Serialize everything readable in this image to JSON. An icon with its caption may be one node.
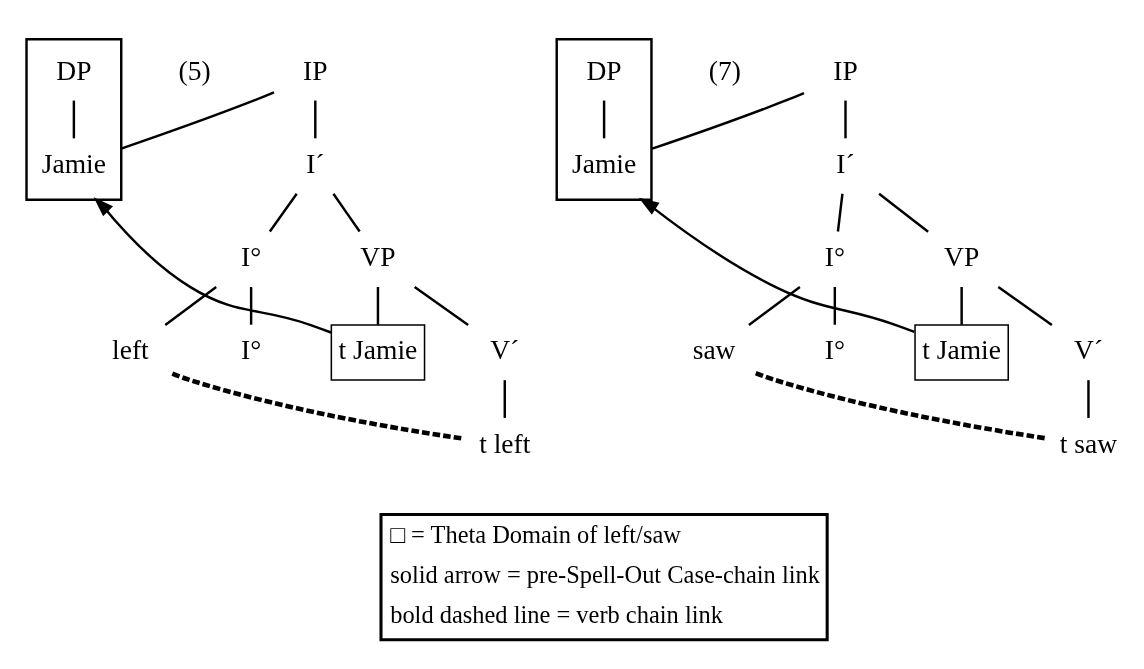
{
  "diagram": {
    "nodes": [
      {
        "text": [
          "IP"
        ]
      },
      {
        "text": [],
        "shape": "box"
      },
      {
        "text": [
          "DP"
        ],
        "in": 1
      },
      {
        "text": [
          "Jamie"
        ],
        "in": 1
      },
      {
        "text": [
          "I´"
        ]
      },
      {
        "text": [
          "I°"
        ]
      },
      {
        "text": [
          "VP"
        ]
      },
      {
        "text": [
          "left"
        ]
      },
      {
        "text": [
          "I°"
        ]
      },
      {
        "text": [
          "t Jamie"
        ]
      },
      {
        "text": [
          "V´"
        ]
      },
      {
        "text": [
          "t left"
        ]
      },
      {
        "text": [
          "IP"
        ]
      },
      {
        "text": [],
        "shape": "box"
      },
      {
        "text": [
          "DP"
        ],
        "in": 13
      },
      {
        "text": [
          "Jamie"
        ],
        "in": 13
      },
      {
        "text": [
          "I´"
        ]
      },
      {
        "text": [
          "I°"
        ]
      },
      {
        "text": [
          "VP"
        ]
      },
      {
        "text": [
          "saw"
        ]
      },
      {
        "text": [
          "I°"
        ]
      },
      {
        "text": [
          "t Jamie"
        ]
      },
      {
        "text": [
          "V´"
        ]
      },
      {
        "text": [
          "t saw"
        ]
      }
    ],
    "edges": [
      {
        "from": 0,
        "to": 1,
        "arrow": "none"
      },
      {
        "from": 2,
        "to": 3,
        "arrow": "none"
      },
      {
        "from": 0,
        "to": 4,
        "arrow": "none"
      },
      {
        "from": 4,
        "to": 5,
        "arrow": "none"
      },
      {
        "from": 4,
        "to": 6,
        "arrow": "none"
      },
      {
        "from": 5,
        "to": 7,
        "arrow": "none"
      },
      {
        "from": 5,
        "to": 8,
        "arrow": "none"
      },
      {
        "from": 6,
        "to": 9,
        "arrow": "none"
      },
      {
        "from": 6,
        "to": 10,
        "arrow": "none"
      },
      {
        "from": 10,
        "to": 11,
        "arrow": "none"
      },
      {
        "from": 9,
        "to": 1,
        "arrow": "to"
      },
      {
        "from": 7,
        "to": 11,
        "arrow": "none",
        "style": "dashed"
      },
      {
        "from": 12,
        "to": 13,
        "arrow": "none"
      },
      {
        "from": 14,
        "to": 15,
        "arrow": "none"
      },
      {
        "from": 12,
        "to": 16,
        "arrow": "none"
      },
      {
        "from": 16,
        "to": 17,
        "arrow": "none"
      },
      {
        "from": 16,
        "to": 18,
        "arrow": "none"
      },
      {
        "from": 17,
        "to": 19,
        "arrow": "none"
      },
      {
        "from": 17,
        "to": 20,
        "arrow": "none"
      },
      {
        "from": 18,
        "to": 21,
        "arrow": "none"
      },
      {
        "from": 18,
        "to": 22,
        "arrow": "none"
      },
      {
        "from": 22,
        "to": 23,
        "arrow": "none"
      },
      {
        "from": 21,
        "to": 13,
        "arrow": "to"
      },
      {
        "from": 19,
        "to": 23,
        "arrow": "none",
        "style": "dashed"
      }
    ],
    "labels": [
      "(5)",
      "(7)"
    ],
    "legend": [
      {
        "text": "□ = Theta Domain of left/saw"
      },
      {
        "text": "solid arrow = pre-Spell-Out Case-chain link"
      },
      {
        "text": "bold dashed line = verb chain link"
      }
    ]
  }
}
